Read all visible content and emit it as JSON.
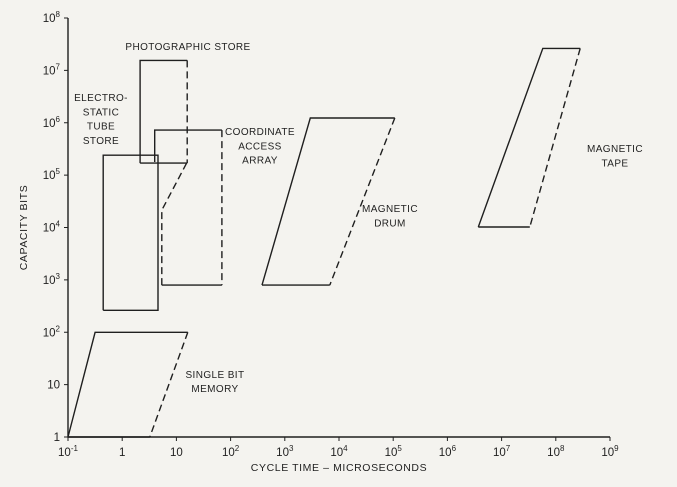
{
  "colors": {
    "ink": "#1f1f1f",
    "background": "#f4f3ef"
  },
  "chart_data": {
    "type": "area",
    "subtype": "log-log technology region map",
    "title": "",
    "xlabel": "CYCLE TIME – MICROSECONDS",
    "ylabel": "CAPACITY BITS",
    "x_scale": "log",
    "y_scale": "log",
    "grid": false,
    "legend": "none",
    "xlim_log10": [
      -1,
      9
    ],
    "ylim_log10": [
      0,
      8
    ],
    "x_ticks": [
      "10^-1",
      "1",
      "10",
      "10^2",
      "10^3",
      "10^4",
      "10^5",
      "10^6",
      "10^7",
      "10^8",
      "10^9"
    ],
    "y_ticks": [
      "1",
      "10",
      "10^2",
      "10^3",
      "10^4",
      "10^5",
      "10^6",
      "10^7",
      "10^8"
    ],
    "regions": [
      {
        "id": "single-bit-memory",
        "label_lines": [
          "SINGLE BIT",
          "MEMORY"
        ],
        "label_log10": [
          1.712,
          1.126
        ],
        "label_align": "middle",
        "cycle_time_us": [
          0.1,
          16
        ],
        "capacity_bits": [
          1,
          100
        ],
        "segments": [
          {
            "style": "solid",
            "points_log10": [
              [
                -1,
                0
              ],
              [
                -0.5,
                2
              ],
              [
                1.21,
                2
              ]
            ]
          },
          {
            "style": "solid",
            "points_log10": [
              [
                -1,
                0
              ],
              [
                0.51,
                0
              ]
            ]
          },
          {
            "style": "dashed",
            "points_log10": [
              [
                1.21,
                2
              ],
              [
                0.51,
                0
              ]
            ]
          }
        ]
      },
      {
        "id": "electrostatic-tube-store",
        "label_lines": [
          "ELECTRO-",
          "STATIC",
          "TUBE",
          "STORE"
        ],
        "label_log10": [
          -0.391,
          6.412
        ],
        "label_align": "middle",
        "cycle_time_us": [
          0.45,
          4.5
        ],
        "capacity_bits": [
          280,
          250000
        ],
        "segments": [
          {
            "style": "solid",
            "points_log10": [
              [
                -0.35,
                2.42
              ],
              [
                -0.35,
                5.38
              ],
              [
                0.66,
                5.38
              ],
              [
                0.66,
                2.42
              ],
              [
                -0.35,
                2.42
              ]
            ]
          }
        ]
      },
      {
        "id": "photographic-store",
        "label_lines": [
          "PHOTOGRAPHIC STORE"
        ],
        "label_log10": [
          1.214,
          7.385
        ],
        "label_align": "middle",
        "cycle_time_us": [
          2.1,
          16
        ],
        "capacity_bits": [
          180000,
          16000000
        ],
        "segments": [
          {
            "style": "solid",
            "points_log10": [
              [
                0.33,
                5.23
              ],
              [
                0.33,
                7.19
              ],
              [
                1.2,
                7.19
              ]
            ]
          },
          {
            "style": "solid",
            "points_log10": [
              [
                0.33,
                5.23
              ],
              [
                1.2,
                5.23
              ]
            ]
          },
          {
            "style": "dashed",
            "points_log10": [
              [
                1.2,
                7.19
              ],
              [
                1.2,
                5.23
              ]
            ]
          }
        ]
      },
      {
        "id": "coordinate-access-array",
        "label_lines": [
          "COORDINATE",
          "ACCESS",
          "ARRAY"
        ],
        "label_log10": [
          2.542,
          5.763
        ],
        "label_align": "middle",
        "cycle_time_us": [
          5,
          70
        ],
        "capacity_bits": [
          800,
          700000
        ],
        "segments": [
          {
            "style": "solid",
            "points_log10": [
              [
                0.6,
                5.25
              ],
              [
                0.6,
                5.86
              ],
              [
                1.84,
                5.86
              ]
            ]
          },
          {
            "style": "dashed",
            "points_log10": [
              [
                1.84,
                5.86
              ],
              [
                1.84,
                2.9
              ]
            ]
          },
          {
            "style": "solid",
            "points_log10": [
              [
                1.84,
                2.9
              ],
              [
                0.73,
                2.9
              ]
            ]
          },
          {
            "style": "dashed",
            "points_log10": [
              [
                0.73,
                2.9
              ],
              [
                0.73,
                4.33
              ],
              [
                1.2,
                5.25
              ]
            ]
          }
        ]
      },
      {
        "id": "magnetic-drum",
        "label_lines": [
          "MAGNETIC",
          "DRUM"
        ],
        "label_log10": [
          4.941,
          4.294
        ],
        "label_align": "middle",
        "cycle_time_us": [
          380,
          100000
        ],
        "capacity_bits": [
          800,
          1200000
        ],
        "segments": [
          {
            "style": "solid",
            "points_log10": [
              [
                2.58,
                2.9
              ],
              [
                3.47,
                6.09
              ],
              [
                5.03,
                6.09
              ]
            ]
          },
          {
            "style": "solid",
            "points_log10": [
              [
                2.58,
                2.9
              ],
              [
                3.83,
                2.9
              ]
            ]
          },
          {
            "style": "dashed",
            "points_log10": [
              [
                5.03,
                6.09
              ],
              [
                3.83,
                2.9
              ]
            ]
          }
        ]
      },
      {
        "id": "magnetic-tape",
        "label_lines": [
          "MAGNETIC",
          "TAPE"
        ],
        "label_log10": [
          9.092,
          5.439
        ],
        "label_align": "middle",
        "cycle_time_us": [
          3700000,
          280000000
        ],
        "capacity_bits": [
          10000,
          26000000
        ],
        "segments": [
          {
            "style": "solid",
            "points_log10": [
              [
                6.57,
                4.01
              ],
              [
                7.76,
                7.42
              ],
              [
                8.45,
                7.42
              ]
            ]
          },
          {
            "style": "solid",
            "points_log10": [
              [
                6.57,
                4.01
              ],
              [
                7.52,
                4.01
              ]
            ]
          },
          {
            "style": "dashed",
            "points_log10": [
              [
                8.45,
                7.42
              ],
              [
                7.52,
                4.01
              ]
            ]
          }
        ]
      }
    ]
  }
}
